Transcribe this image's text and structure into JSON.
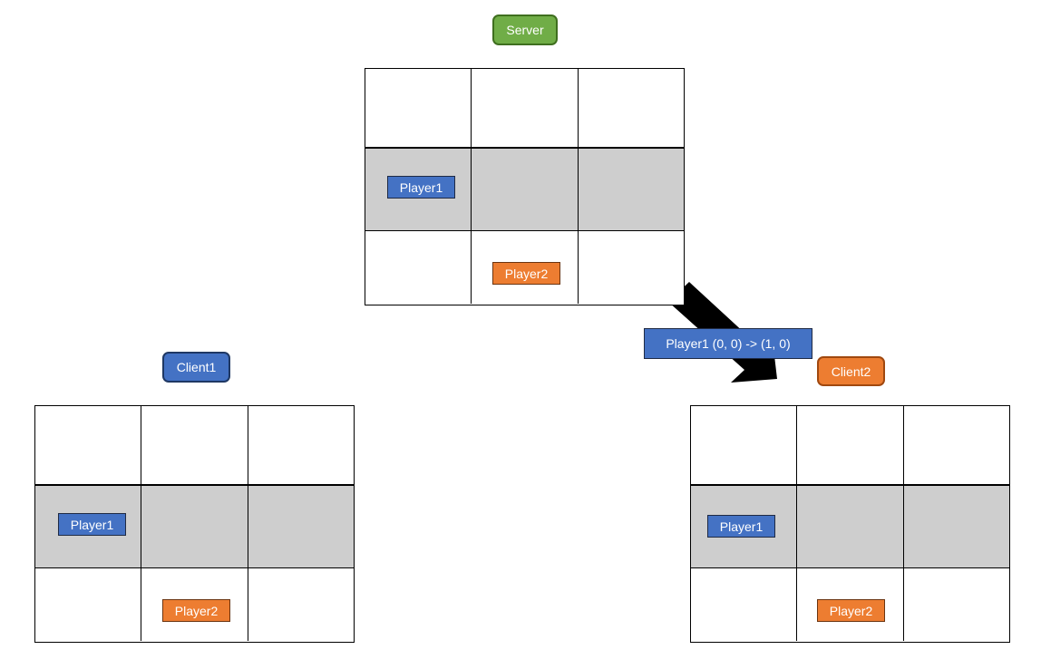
{
  "colors": {
    "server": "#70ad47",
    "client1": "#4472c4",
    "client2": "#ed7d31",
    "player1": "#4472c4",
    "player2": "#ed7d31",
    "highlight_row": "#cecece",
    "arrow": "#000000"
  },
  "nodes": {
    "server": "Server",
    "client1": "Client1",
    "client2": "Client2"
  },
  "players": {
    "p1": "Player1",
    "p2": "Player2"
  },
  "message": {
    "text": "Player1 (0, 0) -> (1, 0)",
    "icon": "arrow-down-right-icon"
  }
}
